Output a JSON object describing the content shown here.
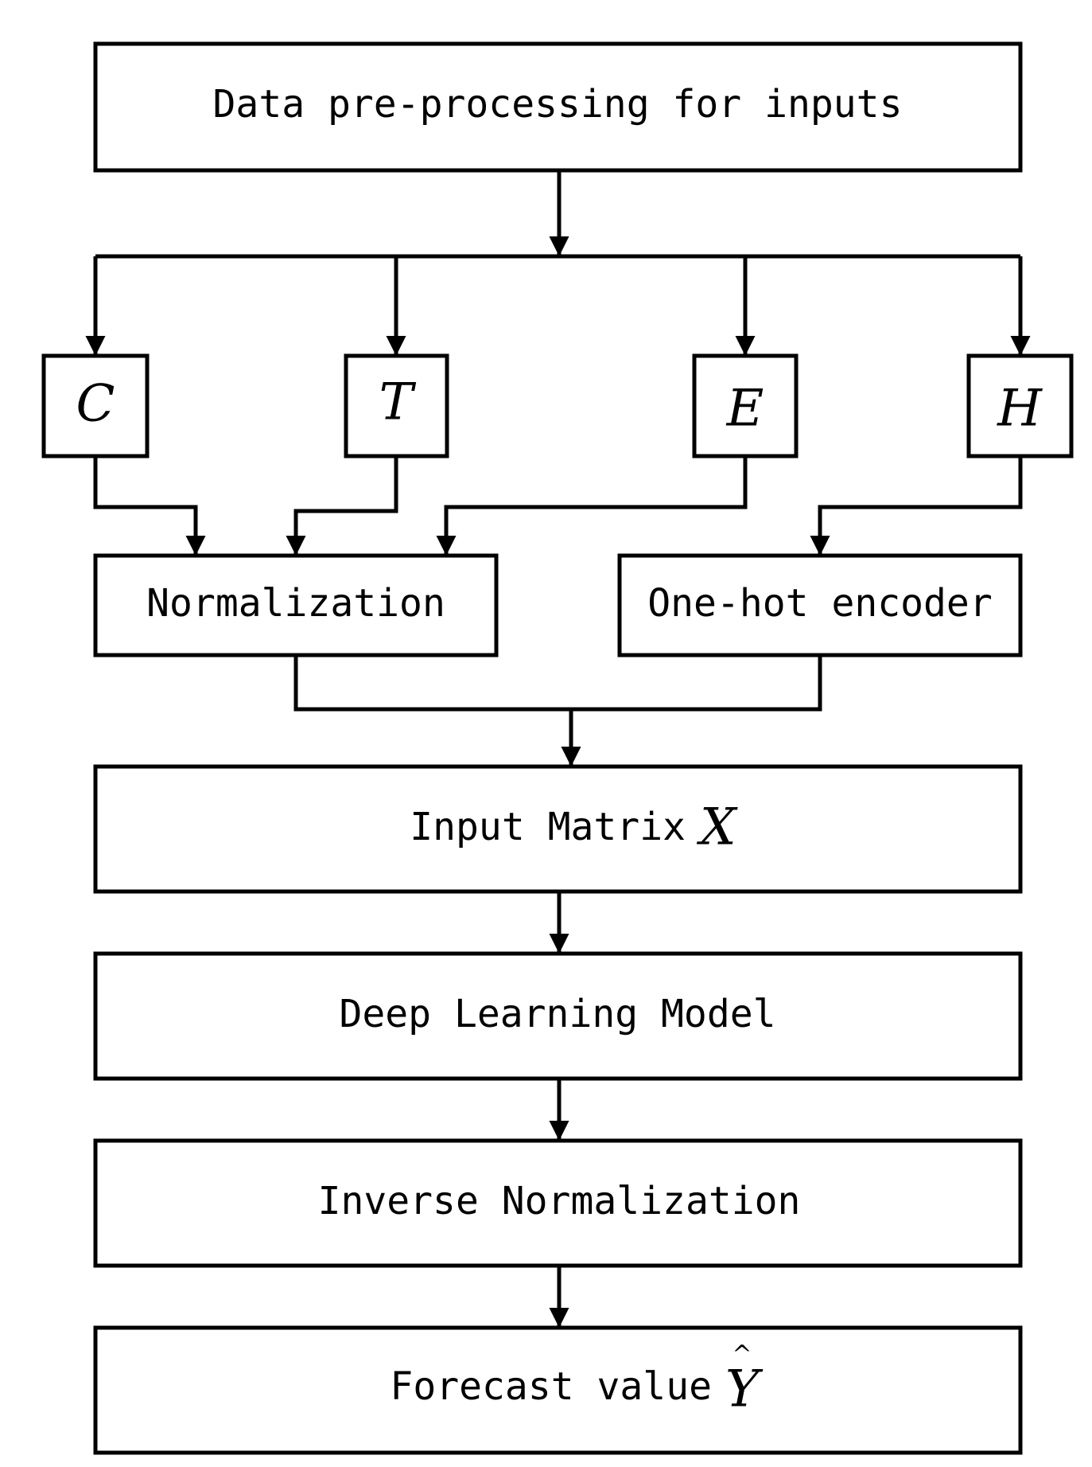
{
  "boxes": {
    "preprocessing": {
      "label": "Data pre-processing for inputs"
    },
    "c": {
      "label": "C"
    },
    "t": {
      "label": "T"
    },
    "e": {
      "label": "E"
    },
    "h": {
      "label": "H"
    },
    "normalization": {
      "label": "Normalization"
    },
    "onehot": {
      "label": "One-hot encoder"
    },
    "input_matrix": {
      "label": "Input Matrix",
      "symbol": "X"
    },
    "deep_learning": {
      "label": "Deep Learning Model"
    },
    "inverse_normalization": {
      "label": "Inverse Normalization"
    },
    "forecast": {
      "label": "Forecast value",
      "symbol": "Y",
      "symbol_accent": "^"
    }
  },
  "colors": {
    "stroke": "#000000",
    "background": "#ffffff"
  }
}
